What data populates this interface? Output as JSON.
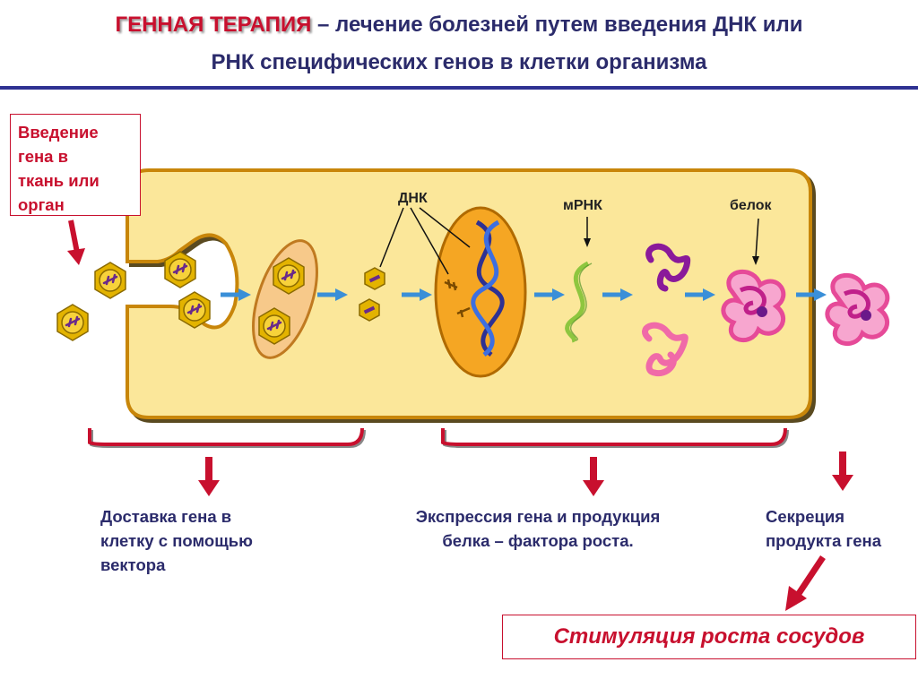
{
  "title": {
    "term": "ГЕННАЯ ТЕРАПИЯ",
    "dash": "–",
    "definition_line1": "лечение болезней путем введения ДНК или",
    "definition_line2": "РНК специфических генов в клетки организма"
  },
  "input_box": {
    "lines": [
      "Введение",
      "гена в",
      "ткань или",
      "орган"
    ]
  },
  "labels": {
    "dna": "ДНК",
    "mrna": "мРНК",
    "protein": "белок"
  },
  "captions": {
    "delivery": [
      "Доставка гена в",
      "клетку с помощью",
      "вектора"
    ],
    "expression": [
      "Экспрессия гена и продукция",
      "белка – фактора роста."
    ],
    "secretion": [
      "Секреция",
      "продукта гена"
    ]
  },
  "result": "Стимуляция роста сосудов",
  "colors": {
    "title_text": "#2b2b6b",
    "accent_red": "#c8102e",
    "cell_fill": "#fbe79a",
    "cell_border": "#c8860a",
    "nucleus": "#f5a623",
    "vector_gold": "#e3b300",
    "flow_arrow": "#3a8fd8",
    "protein_magenta": "#c0208a",
    "protein_pink": "#f06aa8"
  }
}
